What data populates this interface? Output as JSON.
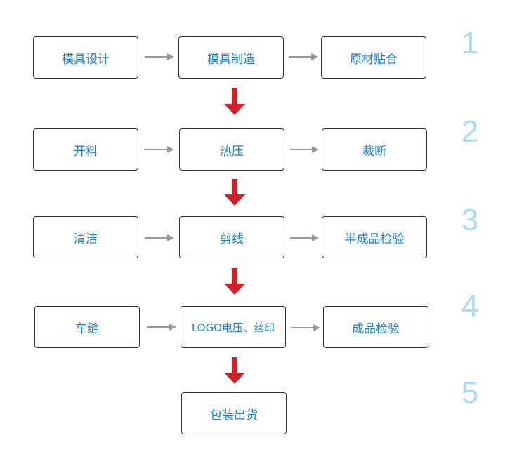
{
  "steps": [
    "1",
    "2",
    "3",
    "4",
    "5"
  ],
  "rows": [
    {
      "items": [
        "模具设计",
        "模具制造",
        "原材贴合"
      ]
    },
    {
      "items": [
        "开料",
        "热压",
        "裁断"
      ]
    },
    {
      "items": [
        "清洁",
        "剪线",
        "半成品检验"
      ]
    },
    {
      "items": [
        "车缝",
        "LOGO电压、丝印",
        "成品检验"
      ]
    },
    {
      "items": [
        "包装出货"
      ]
    }
  ],
  "colors": {
    "text_blue": "#1a7fd0",
    "step_blue": "#a9dcf6",
    "arrow_gray": "#999999",
    "arrow_red": "#d0212a",
    "border": "#333333"
  }
}
